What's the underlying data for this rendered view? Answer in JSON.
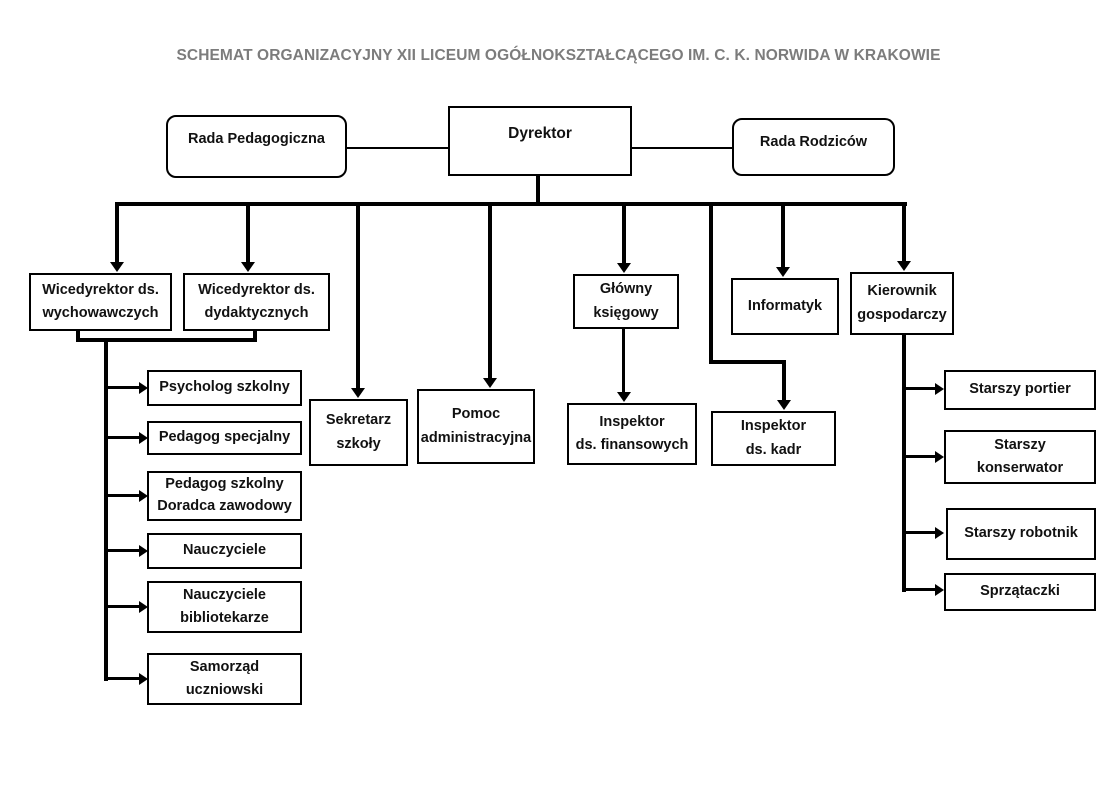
{
  "title": "SCHEMAT ORGANIZACYJNY XII LICEUM OGÓŁNOKSZTAŁCĄCEGO IM. C. K. NORWIDA W KRAKOWIE",
  "colors": {
    "title_text": "#7c7c7c",
    "box_border": "#000000",
    "box_background": "#ffffff",
    "connector": "#000000"
  },
  "nodes": {
    "rada_pedagogiczna": {
      "label": "Rada Pedagogiczna"
    },
    "dyrektor": {
      "label": "Dyrektor"
    },
    "rada_rodzicow": {
      "label": "Rada Rodziców"
    },
    "wicedyrektor_wychowawczych": {
      "label": "Wicedyrektor ds.\nwychowawczych"
    },
    "wicedyrektor_dydaktycznych": {
      "label": "Wicedyrektor ds.\ndydaktycznych"
    },
    "glowny_ksiegowy": {
      "label": "Główny\nksięgowy"
    },
    "informatyk": {
      "label": "Informatyk"
    },
    "kierownik_gospodarczy": {
      "label": "Kierownik\ngospodarczy"
    },
    "sekretarz_szkoly": {
      "label": "Sekretarz\nszkoły"
    },
    "pomoc_administracyjna": {
      "label": "Pomoc\nadministracyjna"
    },
    "inspektor_finansowych": {
      "label": "Inspektor\nds. finansowych"
    },
    "inspektor_kadr": {
      "label": "Inspektor\nds. kadr"
    },
    "psycholog_szkolny": {
      "label": "Psycholog szkolny"
    },
    "pedagog_specjalny": {
      "label": "Pedagog specjalny"
    },
    "pedagog_szkolny_doradca": {
      "label": "Pedagog szkolny\nDoradca zawodowy"
    },
    "nauczyciele": {
      "label": "Nauczyciele"
    },
    "nauczyciele_bibliotekarze": {
      "label": "Nauczyciele\nbibliotekarze"
    },
    "samorzad_uczniowski": {
      "label": "Samorząd\nuczniowski"
    },
    "starszy_portier": {
      "label": "Starszy portier"
    },
    "starszy_konserwator": {
      "label": "Starszy\nkonserwator"
    },
    "starszy_robotnik": {
      "label": "Starszy robotnik"
    },
    "sprzataczki": {
      "label": "Sprzątaczki"
    }
  }
}
